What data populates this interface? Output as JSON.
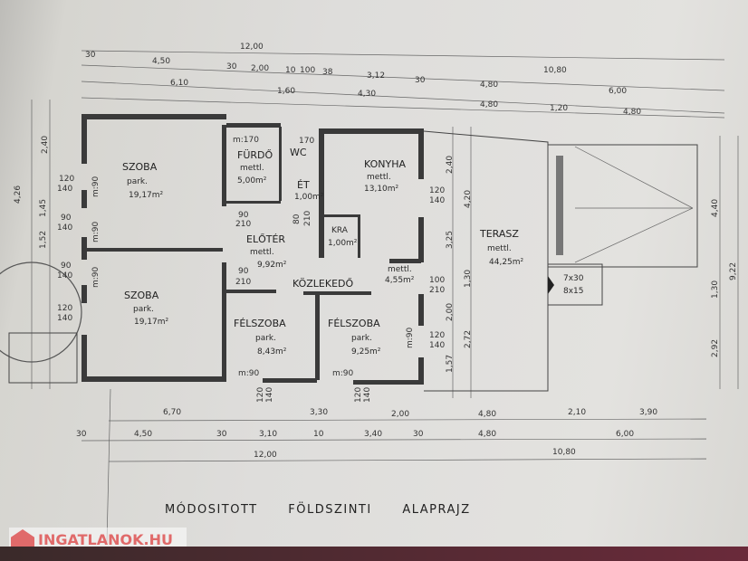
{
  "title": "MÓDOSITOTT FÖLDSZINTI ALAPRAJZ",
  "watermark": "INGATLANOK.HU",
  "rooms": [
    {
      "name": "SZOBA",
      "floor": "park.",
      "area": "19,17m²"
    },
    {
      "name": "FÜRDŐ",
      "floor": "mettl.",
      "area": "5,00m²"
    },
    {
      "name": "WC",
      "floor": "",
      "area": ""
    },
    {
      "name": "ÉT",
      "floor": "",
      "area": "1,00m²"
    },
    {
      "name": "KONYHA",
      "floor": "mettl.",
      "area": "13,10m²"
    },
    {
      "name": "ELŐTÉR",
      "floor": "mettl.",
      "area": "9,92m²"
    },
    {
      "name": "KRA",
      "floor": "",
      "area": "1,00m²"
    },
    {
      "name": "KÖZLEKEDŐ",
      "floor": "mettl.",
      "area": "4,55m²"
    },
    {
      "name": "SZOBA",
      "floor": "park.",
      "area": "19,17m²"
    },
    {
      "name": "FÉLSZOBA",
      "floor": "park.",
      "area": "8,43m²"
    },
    {
      "name": "FÉLSZOBA",
      "floor": "park.",
      "area": "9,25m²"
    },
    {
      "name": "TERASZ",
      "floor": "mettl.",
      "area": "44,25m²"
    }
  ],
  "stairs": [
    "7x30",
    "8x15"
  ],
  "openings": [
    "m:170",
    "170",
    "m:90",
    "m:90",
    "m:90",
    "m:90",
    "m:90",
    "m:90",
    "90",
    "210",
    "90",
    "210",
    "80",
    "210",
    "100",
    "210",
    "120",
    "140",
    "120",
    "140"
  ],
  "dims_top": [
    "12,00",
    "30",
    "4,50",
    "30",
    "2,00",
    "10",
    "100",
    "38",
    "3,12",
    "30",
    "10,80",
    "4,80",
    "6,00",
    "6,10",
    "1,60",
    "4,30",
    "4,80",
    "1,20",
    "4,80"
  ],
  "dims_bottom": [
    "6,70",
    "3,30",
    "2,00",
    "4,80",
    "2,10",
    "3,90",
    "30",
    "4,50",
    "30",
    "3,10",
    "10",
    "3,40",
    "30",
    "4,80",
    "6,00",
    "12,00",
    "10,80"
  ],
  "dims_left": [
    "2,40",
    "4,26",
    "1,45",
    "1,52",
    "120",
    "140",
    "90",
    "140",
    "90",
    "140",
    "120",
    "140"
  ],
  "dims_right": [
    "2,40",
    "4,20",
    "3,25",
    "1,30",
    "2,00",
    "2,72",
    "1,57",
    "4,40",
    "9,22",
    "1,30",
    "2,92",
    "120",
    "140",
    "100",
    "210",
    "120",
    "140"
  ]
}
